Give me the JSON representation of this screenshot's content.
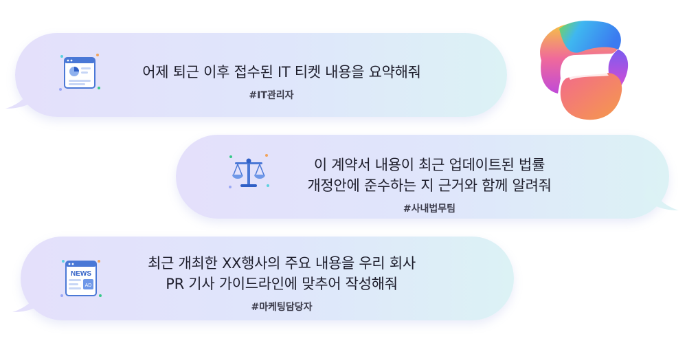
{
  "bubbles": [
    {
      "message_lines": [
        "어제 퇴근 이후 접수된 IT 티켓 내용을 요약해줘"
      ],
      "tag": "#IT관리자",
      "icon": "dashboard-window-icon"
    },
    {
      "message_lines": [
        "이 계약서 내용이 최근 업데이트된 법률",
        "개정안에 준수하는 지 근거와 함께 알려줘"
      ],
      "tag": "#사내법무팀",
      "icon": "balance-scale-icon"
    },
    {
      "message_lines": [
        "최근 개최한 XX행사의 주요 내용을 우리 회사",
        "PR 기사 가이드라인에 맞추어 작성해줘"
      ],
      "tag": "#마케팅담당자",
      "icon": "news-window-icon"
    }
  ],
  "news_icon": {
    "word": "NEWS",
    "badge": "AD"
  },
  "colors": {
    "bubble_start": "#e4e0fb",
    "bubble_end": "#dcf2f5",
    "icon_blue": "#4a78d6"
  },
  "logo": {
    "icon": "copilot-logo-icon"
  }
}
